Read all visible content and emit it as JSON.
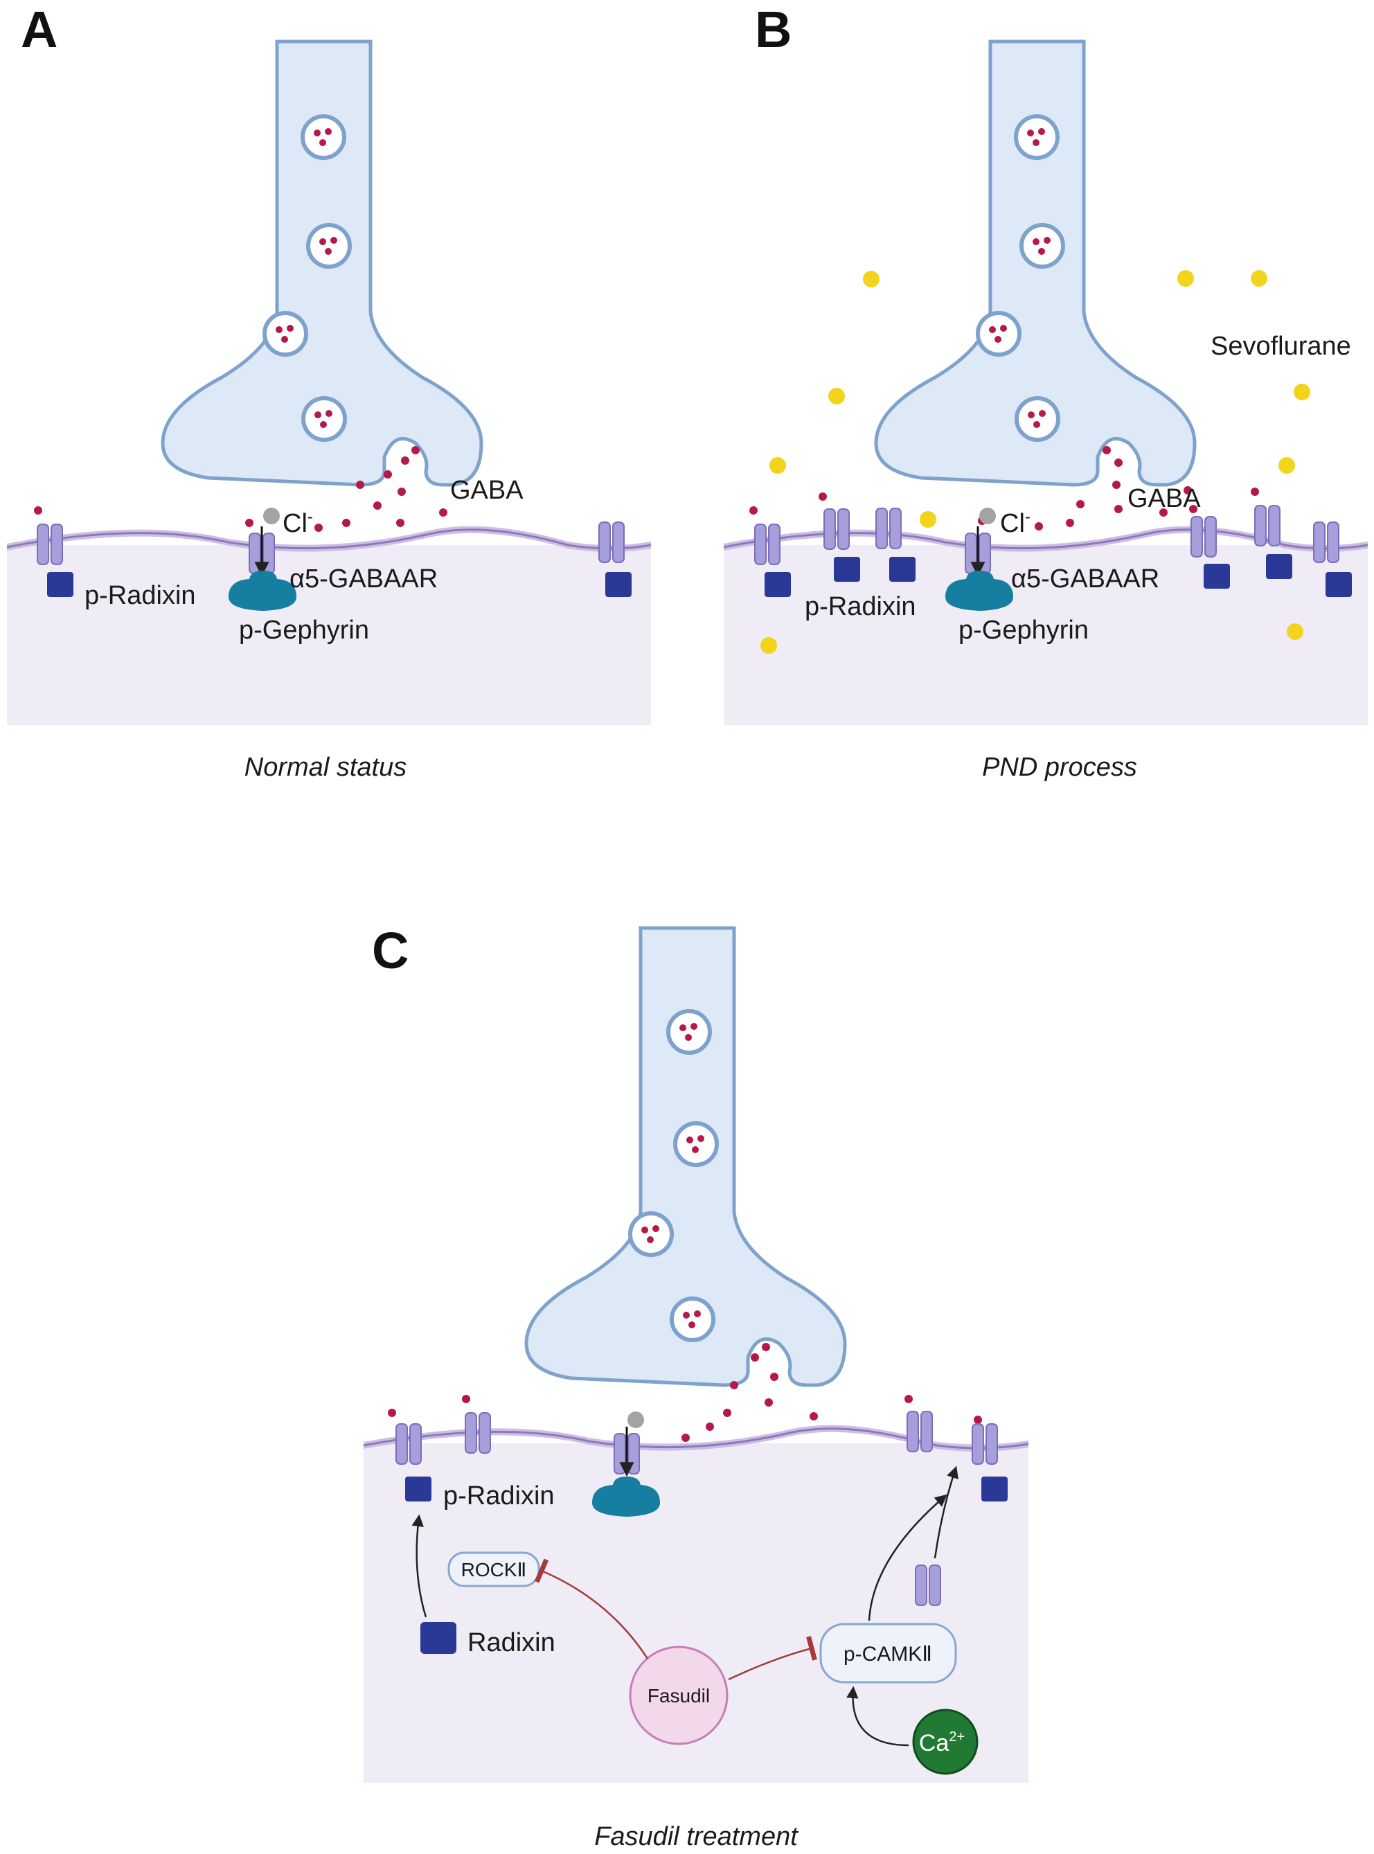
{
  "panels": [
    {
      "letter": "A",
      "caption": "Normal status",
      "labels": {
        "gaba": "GABA",
        "chloride": "Cl",
        "chloride_sup": "-",
        "receptor": "α5-GABAAR",
        "radixin": "p-Radixin",
        "gephyrin": "p-Gephyrin"
      }
    },
    {
      "letter": "B",
      "caption": "PND process",
      "labels": {
        "sevoflurane": "Sevoflurane",
        "gaba": "GABA",
        "chloride": "Cl",
        "chloride_sup": "-",
        "receptor": "α5-GABAAR",
        "radixin": "p-Radixin",
        "gephyrin": "p-Gephyrin"
      }
    },
    {
      "letter": "C",
      "caption": "Fasudil treatment",
      "labels": {
        "radixin_p": "p-Radixin",
        "rock": "ROCKⅡ",
        "radixin": "Radixin",
        "fasudil": "Fasudil",
        "camk": "p-CAMKⅡ",
        "calcium": "Ca",
        "calcium_sup": "2+"
      }
    }
  ],
  "colors": {
    "axon_fill": "#dde9f6",
    "axon_stroke": "#7ea2cc",
    "membrane": "#a992cc",
    "cytoplasm": "#efecf5",
    "receptor": "#a79fdb",
    "radixin": "#2a3896",
    "gephyrin": "#157ea1",
    "gaba": "#b5194a",
    "sevoflurane": "#f2d41c",
    "chloride": "#a3a3a3",
    "fasudil_fill": "#f2d8ea",
    "fasudil_stroke": "#c57fb4",
    "calcium": "#207a34",
    "inhibit": "#a53a3a"
  }
}
